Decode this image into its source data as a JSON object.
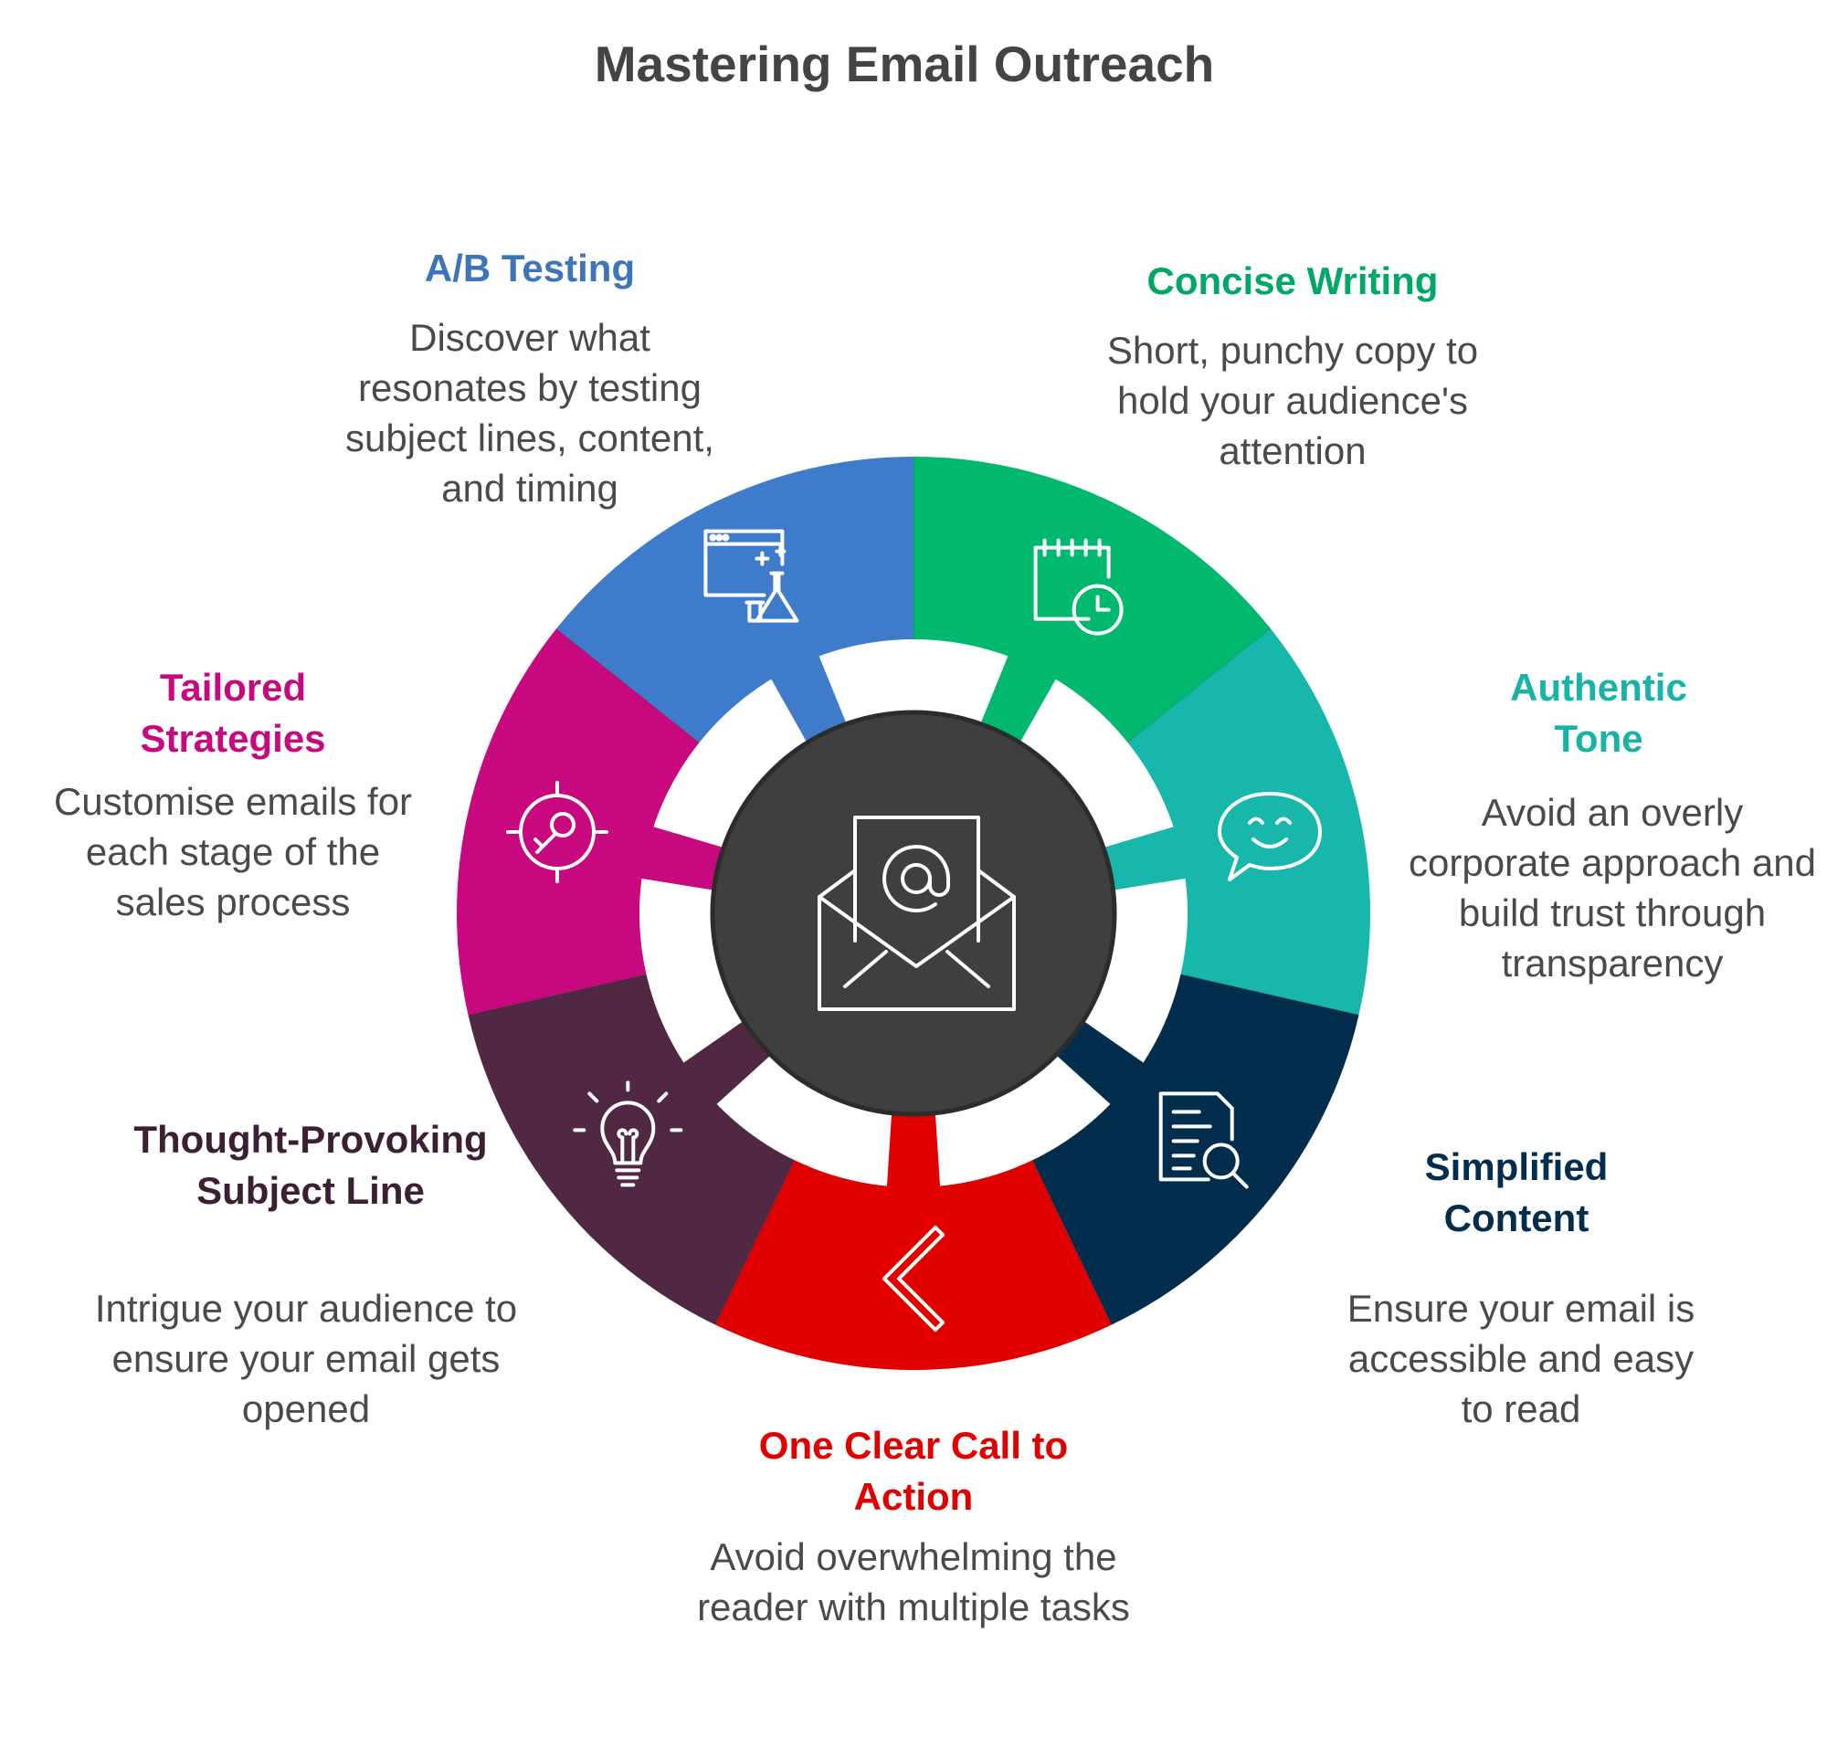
{
  "title": "Mastering Email Outreach",
  "center": {
    "icon": "email-at-icon",
    "color": "#3f3f3f"
  },
  "segments": [
    {
      "id": "concise-writing",
      "heading": "Concise Writing",
      "color": "#00b86e",
      "description": "Short, punchy copy to hold your audience's attention",
      "icon": "calendar-clock-icon"
    },
    {
      "id": "authentic-tone",
      "heading": "Authentic Tone",
      "color": "#17b8ab",
      "description": "Avoid an overly corporate approach and build trust through transparency",
      "icon": "smile-speech-bubble-icon"
    },
    {
      "id": "simplified-content",
      "heading": "Simplified Content",
      "color": "#032d4c",
      "description": "Ensure your email is accessible and easy to read",
      "icon": "document-search-icon"
    },
    {
      "id": "one-clear-call-to-action",
      "heading": "One Clear Call to Action",
      "color": "#e00000",
      "description": "Avoid overwhelming the reader with multiple tasks",
      "icon": "chevron-left-icon"
    },
    {
      "id": "thought-provoking-subject-line",
      "heading": "Thought-Provoking Subject Line",
      "color": "#502843",
      "description": "Intrigue your audience to ensure your email gets opened",
      "icon": "lightbulb-icon"
    },
    {
      "id": "tailored-strategies",
      "heading": "Tailored Strategies",
      "color": "#c8087e",
      "description": "Customise emails for each stage of the sales process",
      "icon": "target-key-icon"
    },
    {
      "id": "ab-testing",
      "heading": "A/B Testing",
      "color": "#3e7ccb",
      "description": "Discover what resonates by testing subject lines, content, and timing",
      "icon": "browser-flask-icon"
    }
  ]
}
